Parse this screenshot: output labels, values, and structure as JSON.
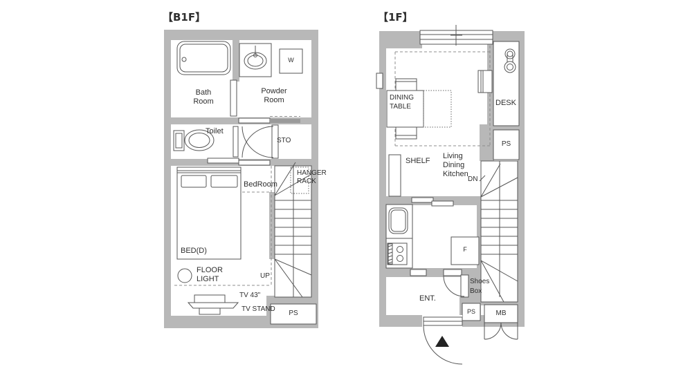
{
  "meta": {
    "type": "apartment-floor-plan",
    "floor_count": 2
  },
  "colors": {
    "wall": "#b8b8b8",
    "line": "#555555",
    "text": "#2e2e2e",
    "accent_dark": "#9a9a9a",
    "entrance_marker": "#222222"
  },
  "floors": {
    "b1f": {
      "title": "【B1F】",
      "labels": {
        "bath_line1": "Bath",
        "bath_line2": "Room",
        "powder_line1": "Powder",
        "powder_line2": "Room",
        "washer": "W",
        "toilet": "Toilet",
        "storage": "STO",
        "bedroom": "BedRoom",
        "hanger_line1": "HANGER",
        "hanger_line2": "RACK",
        "bed": "BED(D)",
        "floor_light_line1": "FLOOR",
        "floor_light_line2": "LIGHT",
        "up": "UP",
        "tv": "TV 43\"",
        "tv_stand": "TV STAND",
        "pipe_space": "PS"
      }
    },
    "f1": {
      "title": "【1F】",
      "labels": {
        "dining_line1": "DINING",
        "dining_line2": "TABLE",
        "desk": "DESK",
        "pipe_space_upper": "PS",
        "shelf": "SHELF",
        "ldk_line1": "Living",
        "ldk_line2": "Dining",
        "ldk_line3": "Kitchen",
        "down": "DN",
        "fridge": "F",
        "shoes_line1": "Shoes",
        "shoes_line2": "Box",
        "entrance": "ENT.",
        "pipe_space_lower": "PS",
        "mail_box": "MB"
      }
    }
  }
}
